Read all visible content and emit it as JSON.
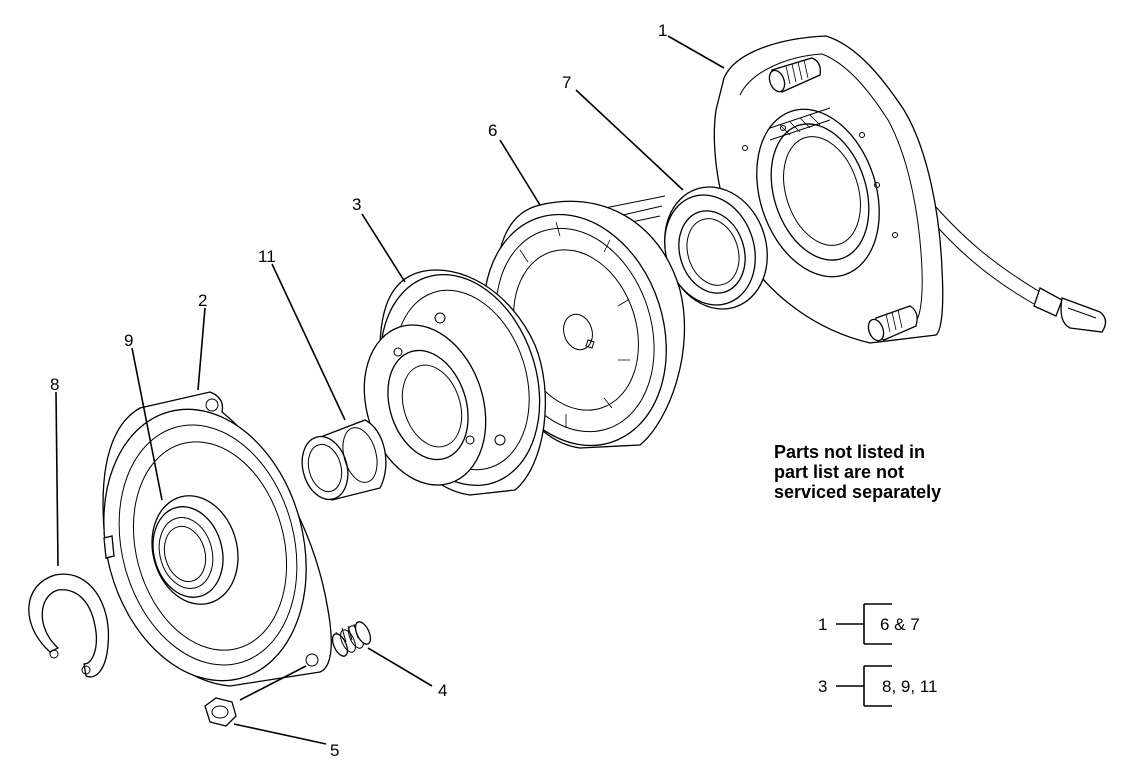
{
  "callouts": {
    "c1": "1",
    "c2": "2",
    "c3": "3",
    "c4": "4",
    "c5": "5",
    "c6": "6",
    "c7": "7",
    "c8": "8",
    "c9": "9",
    "c11": "11"
  },
  "note": {
    "line1": "Parts not listed in",
    "line2": "part list are not",
    "line3": "serviced separately"
  },
  "legend": [
    {
      "parent": "1",
      "children": "6 & 7"
    },
    {
      "parent": "3",
      "children": "8, 9, 11"
    }
  ]
}
